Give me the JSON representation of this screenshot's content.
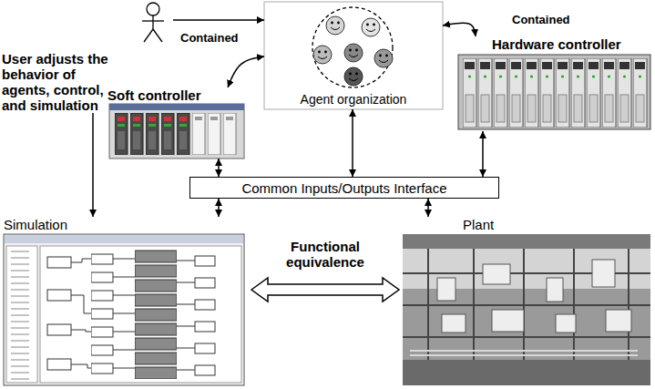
{
  "diagram": {
    "nodes": [
      {
        "text": [
          "User adjusts the behavior of agents, control, and simulation"
        ]
      },
      {
        "text": [
          "Agent organization"
        ]
      },
      {
        "text": [
          "Soft controller"
        ]
      },
      {
        "text": [
          "Hardware controller"
        ]
      },
      {
        "text": [
          "Common Inputs/Outputs Interface"
        ]
      },
      {
        "text": [
          "Simulation"
        ]
      },
      {
        "text": [
          "Plant"
        ]
      }
    ],
    "edges": [
      {
        "from": 0,
        "to": 1,
        "arrow": "to"
      },
      {
        "from": 0,
        "to": 5,
        "arrow": "to"
      },
      {
        "from": 1,
        "to": 2,
        "label": "Contained",
        "arrow": "both"
      },
      {
        "from": 1,
        "to": 3,
        "label": "Contained",
        "arrow": "both"
      },
      {
        "from": 2,
        "to": 4,
        "arrow": "both"
      },
      {
        "from": 1,
        "to": 4,
        "arrow": "both"
      },
      {
        "from": 3,
        "to": 4,
        "arrow": "both"
      },
      {
        "from": 4,
        "to": 5,
        "arrow": "both"
      },
      {
        "from": 4,
        "to": 6,
        "arrow": "both"
      },
      {
        "from": 5,
        "to": 6,
        "label": "Functional equivalence",
        "arrow": "both"
      }
    ]
  }
}
